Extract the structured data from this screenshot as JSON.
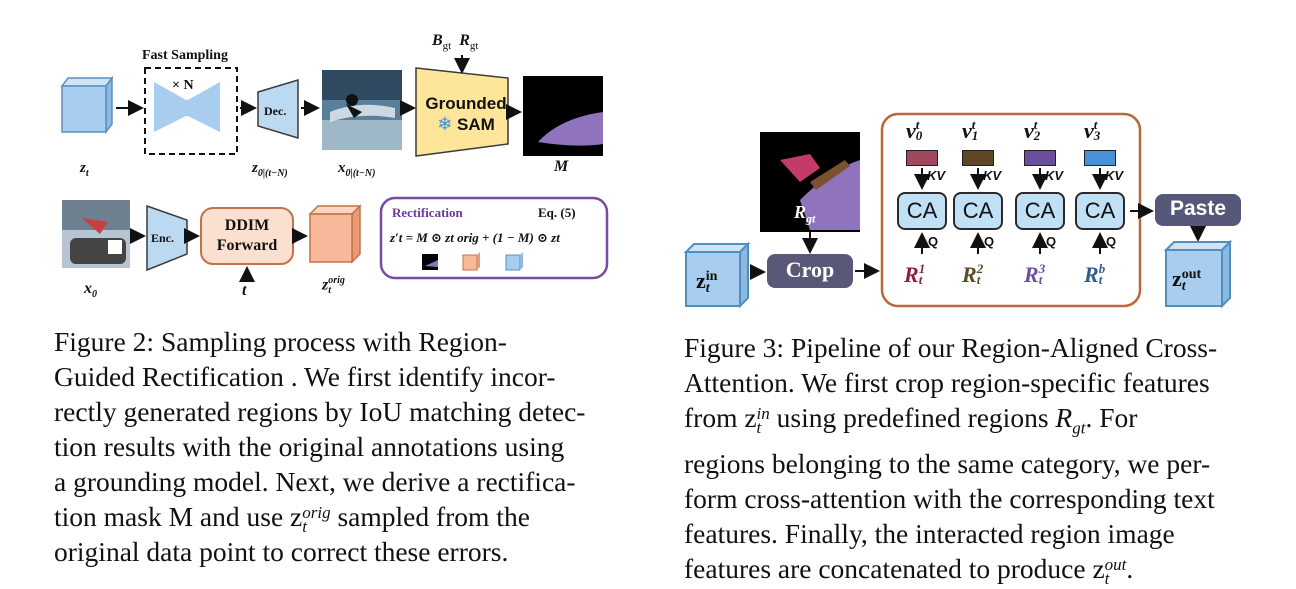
{
  "fig2": {
    "fast_sampling": "Fast Sampling",
    "times_n": "× N",
    "dec": "Dec.",
    "enc": "Enc.",
    "grounded_sam_1": "Grounded",
    "grounded_sam_2": "SAM",
    "b_gt": "B",
    "b_gt_sub": "gt",
    "r_gt": "R",
    "r_gt_sub": "gt",
    "z_t": "z",
    "z_t_sub": "t",
    "z0_label": "z",
    "z0_sub": "0|(t−N)",
    "x0_label": "x",
    "x0_sub": "0|(t−N)",
    "m_label": "M",
    "ddim_1": "DDIM",
    "ddim_2": "Forward",
    "t_label": "t",
    "x_0": "x",
    "x_0_sub": "0",
    "zorig": "z",
    "zorig_sub": "t",
    "zorig_sup": "orig",
    "rect_title": "Rectification",
    "rect_eq": "Eq. (5)",
    "rect_formula": "z′t = M ⊙ zt orig + (1 − M) ⊙ zt",
    "caption_lines": [
      "Figure 2:  Sampling process with Region-",
      "Guided Rectification . We first identify incor-",
      "rectly generated regions by IoU matching detec-",
      "tion results with the original annotations using",
      "a grounding model. Next, we derive a rectifica-",
      "tion mask M and use z",
      "original data point to correct these errors."
    ],
    "caption_line6_sup": "orig",
    "caption_line6_sub": "t",
    "caption_line6_rest": " sampled from the"
  },
  "fig3": {
    "r_gt": "R",
    "r_gt_sub": "gt",
    "crop": "Crop",
    "paste": "Paste",
    "z_in": "z",
    "z_in_sub": "t",
    "z_in_sup": "in",
    "z_out": "z",
    "z_out_sub": "t",
    "z_out_sup": "out",
    "ca_label": "CA",
    "kv_label": "KV",
    "q_label": "Q",
    "v_labels": [
      {
        "base": "v",
        "sub": "0",
        "sup": "t"
      },
      {
        "base": "v",
        "sub": "1",
        "sup": "t"
      },
      {
        "base": "v",
        "sub": "2",
        "sup": "t"
      },
      {
        "base": "v",
        "sub": "3",
        "sup": "t"
      }
    ],
    "r_labels": [
      {
        "base": "R",
        "sub": "t",
        "sup": "1",
        "color": "#8b1f3f"
      },
      {
        "base": "R",
        "sub": "t",
        "sup": "2",
        "color": "#5a4a2a"
      },
      {
        "base": "R",
        "sub": "t",
        "sup": "3",
        "color": "#6b4fa0"
      },
      {
        "base": "R",
        "sub": "t",
        "sup": "b",
        "color": "#2f5e8e"
      }
    ],
    "token_colors": [
      "#a0485e",
      "#5e4628",
      "#6a4f9a",
      "#4a90d9"
    ],
    "caption_lines": [
      "Figure 3: Pipeline of our Region-Aligned Cross-",
      "Attention. We first crop region-specific features",
      "from z",
      "regions belonging to the same category, we per-",
      "form cross-attention with the corresponding text",
      "features.  Finally, the interacted region image",
      "features are concatenated to produce z"
    ],
    "caption_line3_sub": "t",
    "caption_line3_sup": "in",
    "caption_line3_rest": " using predefined regions ",
    "caption_line3_r": "R",
    "caption_line3_rsub": "gt",
    "caption_line3_end": ".  For",
    "caption_line7_sub": "t",
    "caption_line7_sup": "out",
    "caption_line7_end": "."
  },
  "colors": {
    "cube_blue": "#a9cdee",
    "cube_blue_dark": "#6a9cc9",
    "sam_yellow": "#fde59a",
    "ddim_fill": "#fbe0cf",
    "ddim_border": "#c0744a",
    "orig_cube": "#f7b99a",
    "rect_border": "#7a4aa0",
    "rect_title": "#6a3a9a",
    "panel_border": "#b8683a",
    "crop_fill": "#5a5878",
    "paste_fill": "#56587a"
  }
}
